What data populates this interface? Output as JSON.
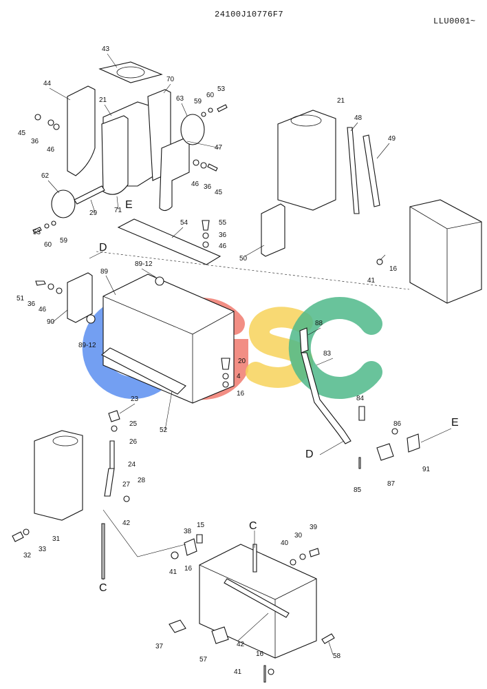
{
  "header": {
    "doc_code": "24100J10776F7",
    "sheet_code": "LLU0001~"
  },
  "watermark": {
    "letters": [
      "C",
      "G",
      "S",
      "C"
    ],
    "colors": [
      "#5b8ef0",
      "#f07a6e",
      "#f7d25a",
      "#4fb98a"
    ]
  },
  "labels": {
    "l43": "43",
    "l70": "70",
    "l44": "44",
    "l21a": "21",
    "l63": "63",
    "l59a": "59",
    "l60a": "60",
    "l53a": "53",
    "l45a": "45",
    "l36a": "36",
    "l46a": "46",
    "l47": "47",
    "l62": "62",
    "l29": "29",
    "l71": "71",
    "lE1": "E",
    "l46b": "46",
    "l36b": "36",
    "l45b": "45",
    "l53b": "53",
    "l60b": "60",
    "l59b": "59",
    "l54": "54",
    "l55": "55",
    "l36c": "36",
    "l46c": "46",
    "lD1": "D",
    "l89a": "89-12",
    "l89": "89",
    "l51": "51",
    "l36d": "36",
    "l46d": "46",
    "l90": "90",
    "l89b": "89-12",
    "l20": "20",
    "l4": "4",
    "l16a": "16",
    "l23": "23",
    "l25": "25",
    "l26": "26",
    "l52": "52",
    "l24": "24",
    "l27": "27",
    "l28": "28",
    "l42a": "42",
    "l31": "31",
    "l32": "32",
    "l33": "33",
    "lC1": "C",
    "l21b": "21",
    "l48": "48",
    "l49": "49",
    "l50": "50",
    "l41a": "41",
    "l16b": "16",
    "l88": "88",
    "l83": "83",
    "l84": "84",
    "l86": "86",
    "lE2": "E",
    "lD2": "D",
    "l91": "91",
    "l85": "85",
    "l87": "87",
    "l15": "15",
    "l38": "38",
    "l41b": "41",
    "l16c": "16",
    "lC2": "C",
    "l40": "40",
    "l30": "30",
    "l39": "39",
    "l37": "37",
    "l42b": "42",
    "l57": "57",
    "l16d": "16",
    "l41c": "41",
    "l58": "58"
  }
}
